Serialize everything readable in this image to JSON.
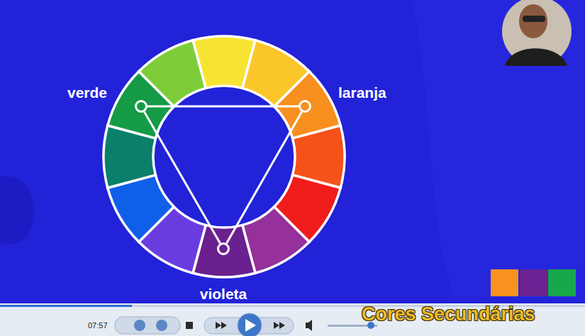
{
  "diagram": {
    "nodes": [
      {
        "text": [
          "verde"
        ]
      },
      {
        "text": [
          "laranja"
        ]
      },
      {
        "text": [
          "violeta"
        ]
      }
    ],
    "edges": [
      {
        "from": 0,
        "to": 1,
        "arrow": "none"
      },
      {
        "from": 1,
        "to": 2,
        "arrow": "none"
      },
      {
        "from": 2,
        "to": 0,
        "arrow": "none"
      }
    ],
    "labels": [
      "Cores Secundárias",
      "07:57"
    ]
  }
}
